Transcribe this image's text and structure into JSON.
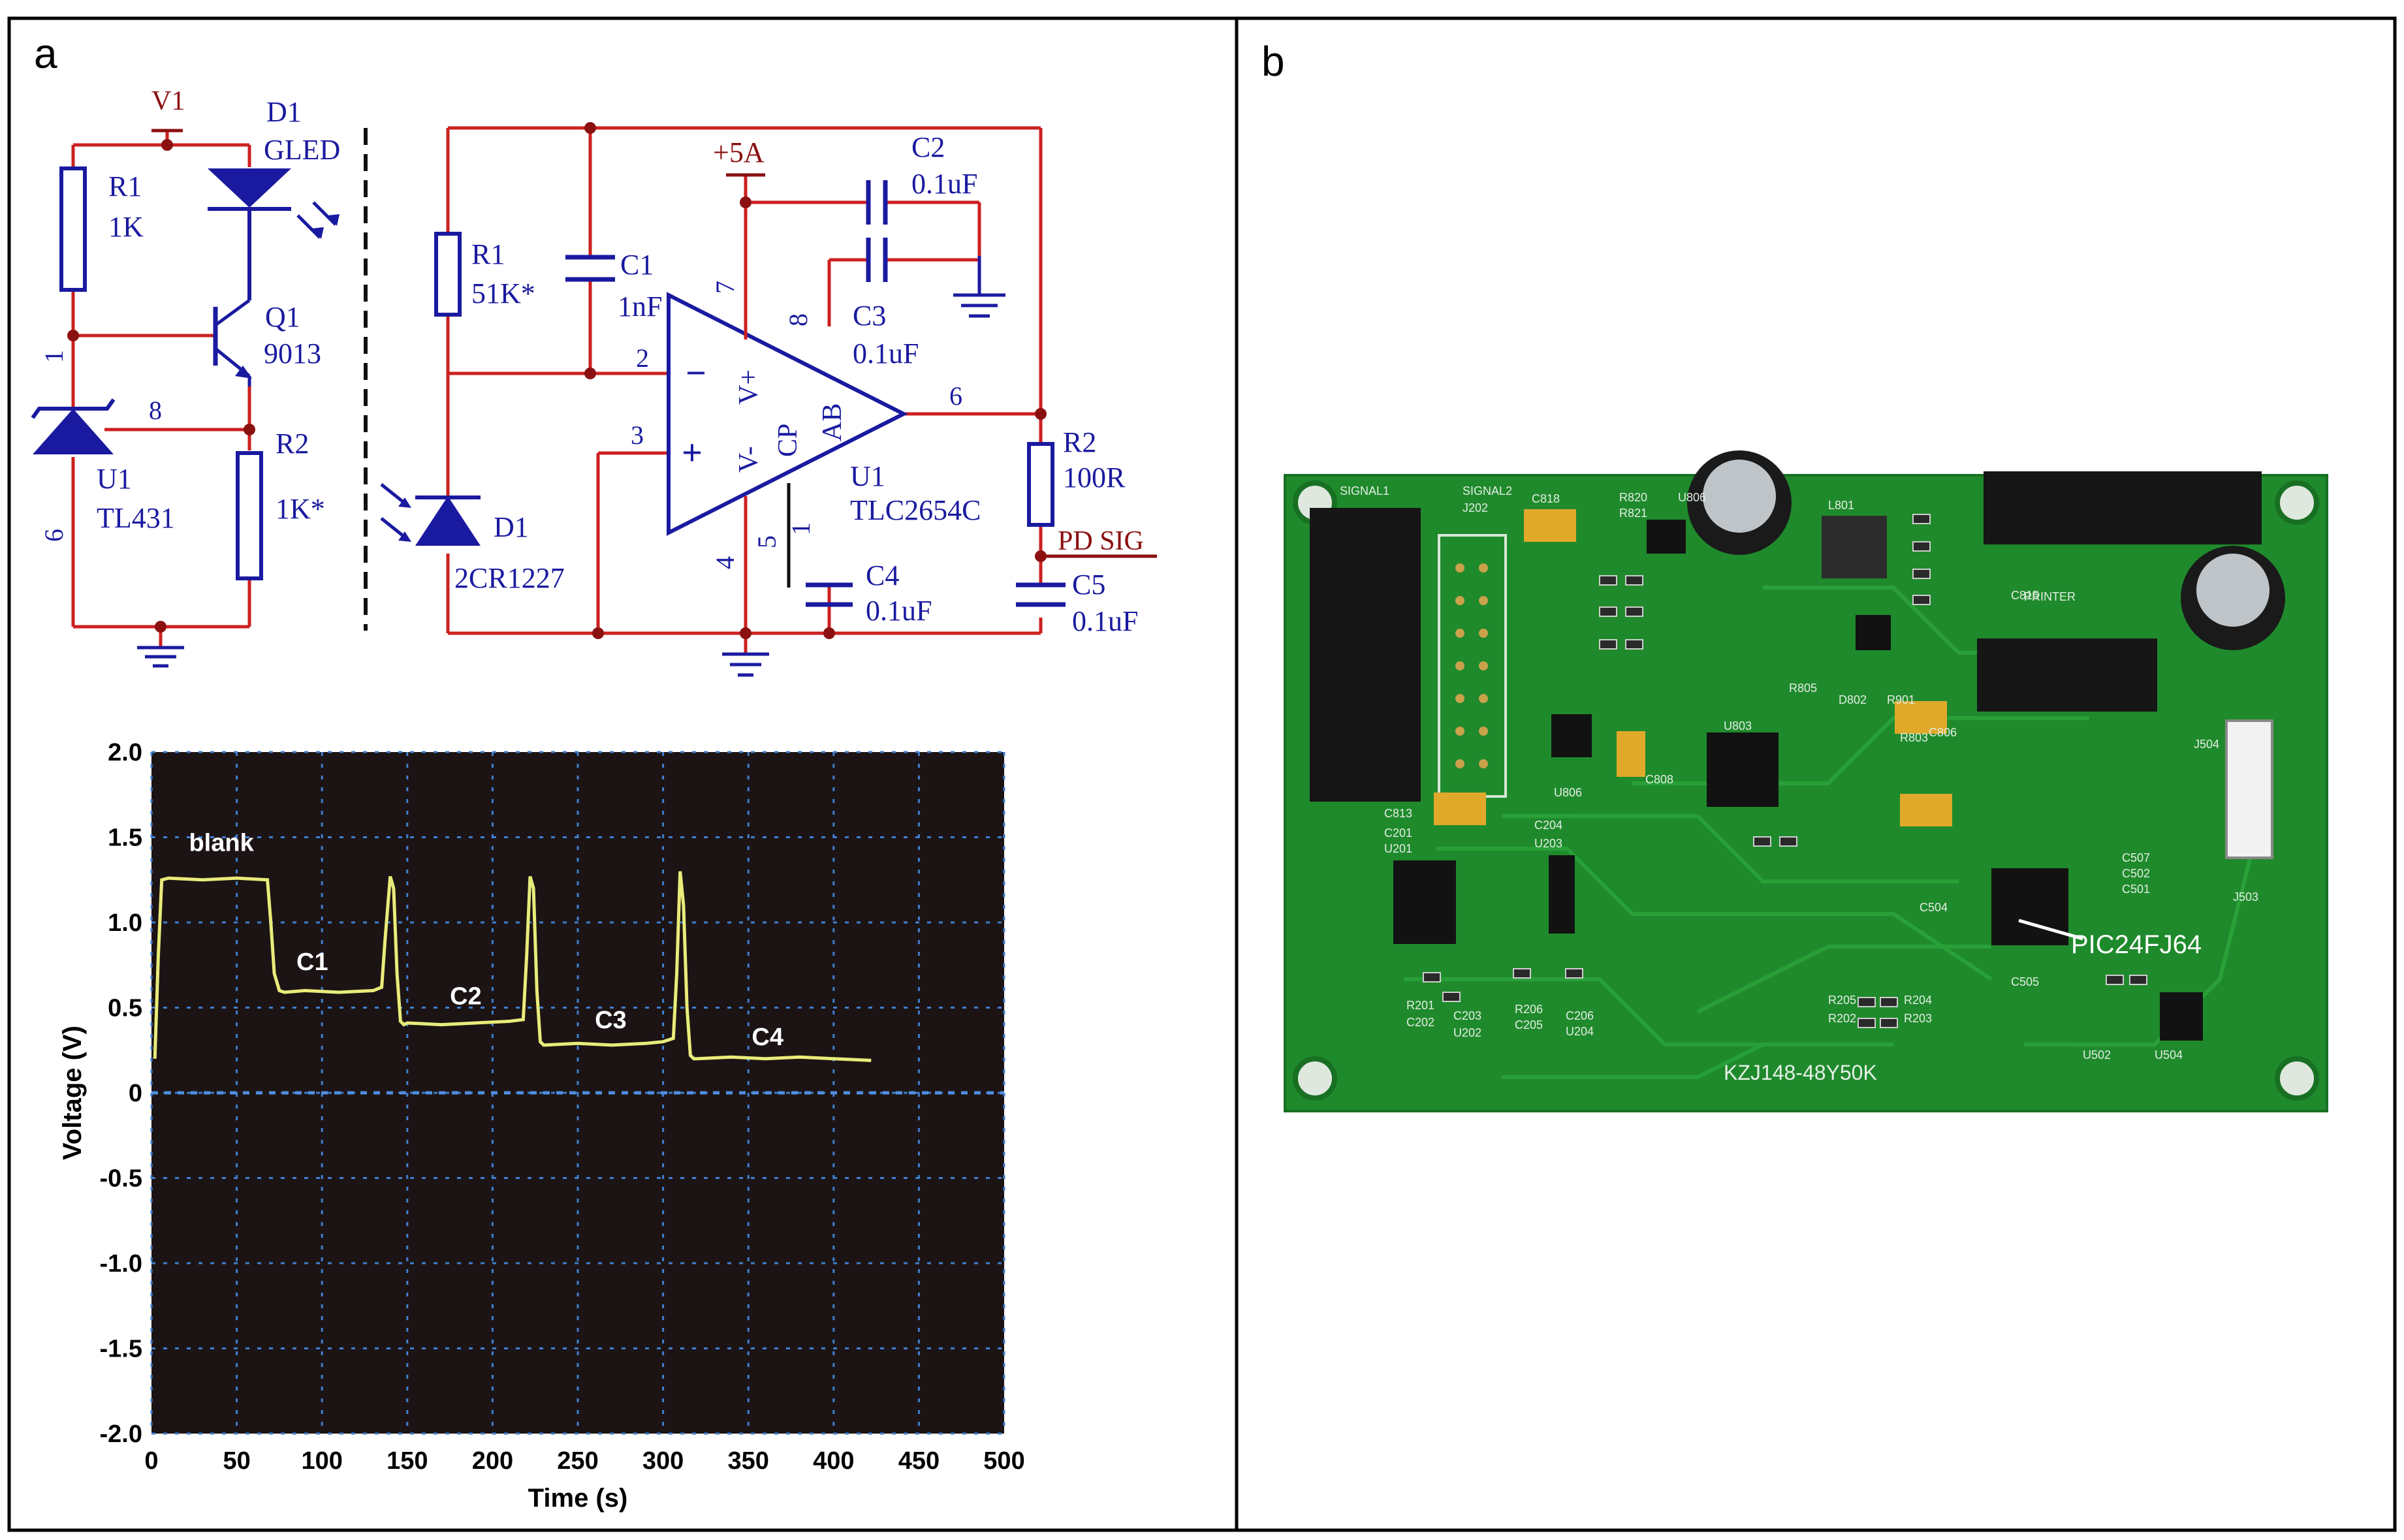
{
  "panels": {
    "a_label": "a",
    "b_label": "b"
  },
  "schematic": {
    "left": {
      "v1": "V1",
      "d1_name": "D1",
      "d1_value": "GLED",
      "r1_name": "R1",
      "r1_value": "1K",
      "q1_name": "Q1",
      "q1_value": "9013",
      "node_1": "1",
      "node_8": "8",
      "node_6": "6",
      "u1_name": "U1",
      "u1_value": "TL431",
      "r2_name": "R2",
      "r2_value": "1K*"
    },
    "right": {
      "r1_name": "R1",
      "r1_value": "51K*",
      "c1_name": "C1",
      "c1_value": "1nF",
      "plus5a": "+5A",
      "c2_name": "C2",
      "c2_value": "0.1uF",
      "c3_name": "C3",
      "c3_value": "0.1uF",
      "pin_7": "7",
      "pin_8": "8",
      "pin_2": "2",
      "pin_3": "3",
      "pin_6": "6",
      "pin_4": "4",
      "pin_5": "5",
      "pin_1": "1",
      "op_minus": "−",
      "op_plus": "+",
      "op_vplus": "V+",
      "op_vminus": "V-",
      "op_cp": "CP",
      "op_ab": "AB",
      "u1_name": "U1",
      "u1_value": "TLC2654C",
      "r2_name": "R2",
      "r2_value": "100R",
      "pd_sig": "PD SIG",
      "c4_name": "C4",
      "c4_value": "0.1uF",
      "c5_name": "C5",
      "c5_value": "0.1uF",
      "d1_name": "D1",
      "d1_value": "2CR1227"
    }
  },
  "chart_data": {
    "type": "line",
    "xlabel": "Time (s)",
    "ylabel": "Voltage (V)",
    "xlim": [
      0,
      500
    ],
    "ylim": [
      -2.0,
      2.0
    ],
    "x_ticks": [
      "0",
      "50",
      "100",
      "150",
      "200",
      "250",
      "300",
      "350",
      "400",
      "450",
      "500"
    ],
    "y_ticks": [
      "2.0",
      "1.5",
      "1.0",
      "0.5",
      "0",
      "-0.5",
      "-1.0",
      "-1.5",
      "-2.0"
    ],
    "grid": true,
    "background": "#1c1414",
    "line_color": "#e8ec7a",
    "annotations": [
      "blank",
      "C1",
      "C2",
      "C3",
      "C4"
    ],
    "series": [
      {
        "x": [
          2,
          4,
          6,
          10,
          30,
          50,
          68,
          70,
          72,
          75,
          78,
          90,
          110,
          130,
          135,
          137,
          140,
          142,
          144,
          146,
          148,
          150,
          170,
          190,
          210,
          218,
          220,
          222,
          224,
          226,
          228,
          230,
          250,
          270,
          290,
          300,
          306,
          308,
          310,
          312,
          314,
          316,
          318,
          320,
          340,
          360,
          380,
          400,
          422
        ],
        "y": [
          0.2,
          0.8,
          1.25,
          1.26,
          1.25,
          1.26,
          1.25,
          1.0,
          0.7,
          0.6,
          0.59,
          0.6,
          0.59,
          0.6,
          0.62,
          0.9,
          1.27,
          1.2,
          0.7,
          0.42,
          0.4,
          0.41,
          0.4,
          0.41,
          0.42,
          0.43,
          0.8,
          1.27,
          1.2,
          0.6,
          0.3,
          0.28,
          0.29,
          0.28,
          0.29,
          0.3,
          0.32,
          0.7,
          1.3,
          1.1,
          0.5,
          0.22,
          0.2,
          0.2,
          0.21,
          0.2,
          0.21,
          0.2,
          0.19
        ]
      }
    ]
  },
  "pcb": {
    "chip_label": "PIC24FJ64",
    "board_text": "KZJ148-48Y50K",
    "silk_labels": [
      "SIGNAL1",
      "SIGNAL2",
      "J202",
      "C818",
      "R820",
      "U806",
      "R821",
      "L801",
      "R803",
      "C806",
      "PRINTER",
      "J504",
      "C815",
      "J503",
      "U803",
      "C204",
      "U203",
      "C201",
      "U201",
      "C813",
      "U806",
      "C808",
      "R201",
      "C202",
      "C203",
      "U202",
      "R206",
      "C205",
      "C206",
      "U204",
      "R205",
      "R204",
      "R202",
      "R203",
      "C504",
      "C507",
      "C502",
      "C501",
      "U502",
      "U504",
      "C505",
      "R901",
      "D802",
      "R805"
    ]
  }
}
